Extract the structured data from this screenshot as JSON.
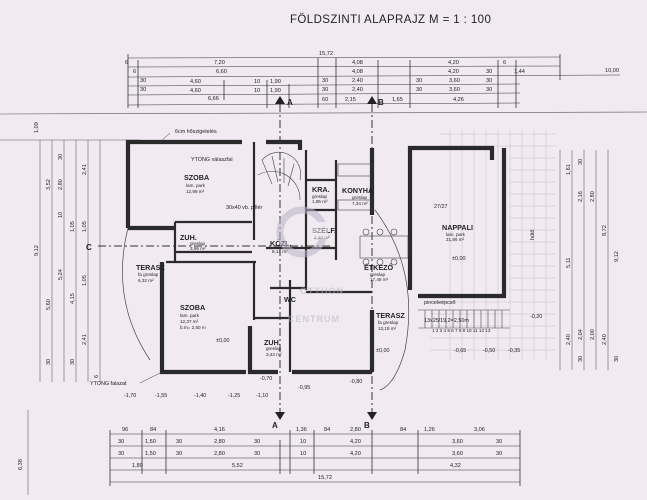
{
  "title": "FÖLDSZINTI ALAPRAJZ M = 1 : 100",
  "top_dims": {
    "row1": [
      "15,72"
    ],
    "row2": [
      "6",
      "7,20",
      "4,08",
      "4,20",
      "6"
    ],
    "row3": [
      "6",
      "6,60",
      "4,08",
      "4,20",
      "30",
      "1,44"
    ],
    "row4": [
      "30",
      "4,60",
      "10",
      "1,90",
      "30",
      "2,40",
      "30",
      "3,60",
      "30"
    ],
    "row5": [
      "30",
      "4,60",
      "10",
      "1,90",
      "30",
      "2,40",
      "30",
      "3,60",
      "30"
    ],
    "row6": [
      "6,66",
      "60",
      "2,15",
      "1,65",
      "4,26"
    ],
    "right_far": "10,00"
  },
  "bottom_dims": {
    "row1": [
      "96",
      "84",
      "4,16",
      "1,36",
      "84",
      "2,80",
      "84",
      "1,26",
      "3,06"
    ],
    "row2": [
      "30",
      "1,50",
      "30",
      "2,80",
      "30",
      "10",
      "4,20",
      "3,60",
      "30"
    ],
    "row3": [
      "30",
      "1,50",
      "30",
      "2,80",
      "30",
      "10",
      "4,20",
      "3,60",
      "30"
    ],
    "row4": [
      "1,80",
      "5,52",
      "4,32"
    ],
    "row5": [
      "15,72"
    ],
    "left_vertical": "6,38"
  },
  "left_dims": [
    "1,09",
    "30",
    "3,52",
    "2,80",
    "2,41",
    "10",
    "1,05",
    "1,05",
    "9,12",
    "5,60",
    "5,24",
    "4,15",
    "1,05",
    "2,41",
    "30",
    "30",
    "6"
  ],
  "right_dims": [
    "1,61",
    "30",
    "2,16",
    "2,80",
    "8,72",
    "9,12",
    "5,11",
    "2,40",
    "2,04",
    "2,00",
    "30",
    "2,40",
    "30"
  ],
  "rooms": {
    "szoba1": {
      "name": "SZOBA",
      "floor": "lam. park",
      "area": "12,99 m²"
    },
    "szoba2": {
      "name": "SZOBA",
      "floor": "lam. park",
      "area": "12,37 m²",
      "height": "b.m= 2,50 m"
    },
    "zuh1": {
      "name": "ZUH.",
      "floor": "greslap",
      "area": "3,96 m²"
    },
    "zuh2": {
      "name": "ZUH.",
      "floor": "greslap",
      "area": "3,42 m²"
    },
    "kozl": {
      "name": "KÖZL.",
      "area": "8,14 m²"
    },
    "wc": {
      "name": "WC"
    },
    "kra": {
      "name": "KRA.",
      "floor": "greslap",
      "area": "1,85 m²"
    },
    "szelf": {
      "name": "SZÉLF.",
      "area": "2,40 m²"
    },
    "konyha": {
      "name": "KONYHA",
      "floor": "greslap",
      "area": "7,34 m²"
    },
    "etkezo": {
      "name": "ÉTKEZŐ",
      "floor": "greslap",
      "area": "17,48 m²"
    },
    "nappali": {
      "name": "NAPPALI",
      "floor": "lam. park",
      "area": "21,86 m²"
    },
    "terasz1": {
      "name": "TERASZ",
      "floor": "fa greslap",
      "area": "6,32 m²"
    },
    "terasz2": {
      "name": "TERASZ",
      "floor": "fa greslap",
      "area": "13,18 m²"
    }
  },
  "notes": {
    "insulation": "6cm hőszigetelés",
    "ytong_partition": "YTONG válaszfal",
    "ytong_wall": "YTONG falazat",
    "pillar": "30x40 vb. pillér",
    "stairs": "pinceleépcső",
    "stairs_calc": "13x25/19,2=2,50m",
    "stair_nums": "1 2 3 4 5 6 7 8 9 10 11 12 13",
    "pm0_1": "±0,00",
    "pm0_2": "±0,00",
    "pm0_3": "±0,00",
    "lvl_070": "-0,70",
    "lvl_080": "-0,80",
    "lvl_095": "-0,95",
    "lvl_065": "-0,65",
    "lvl_050": "-0,50",
    "lvl_035": "-0,35",
    "lvl_020": "-0,20",
    "lvl_155": "-1,55",
    "lvl_140": "-1,40",
    "lvl_125": "-1,25",
    "lvl_110": "-1,10",
    "lvl_170": "-1,70",
    "fridge": "hűtő",
    "dim_27": "27/27"
  },
  "section_labels": {
    "a": "A",
    "b": "B",
    "c": "C"
  },
  "watermark": {
    "line1": "OTTHON",
    "line2": "CENTRUM"
  }
}
